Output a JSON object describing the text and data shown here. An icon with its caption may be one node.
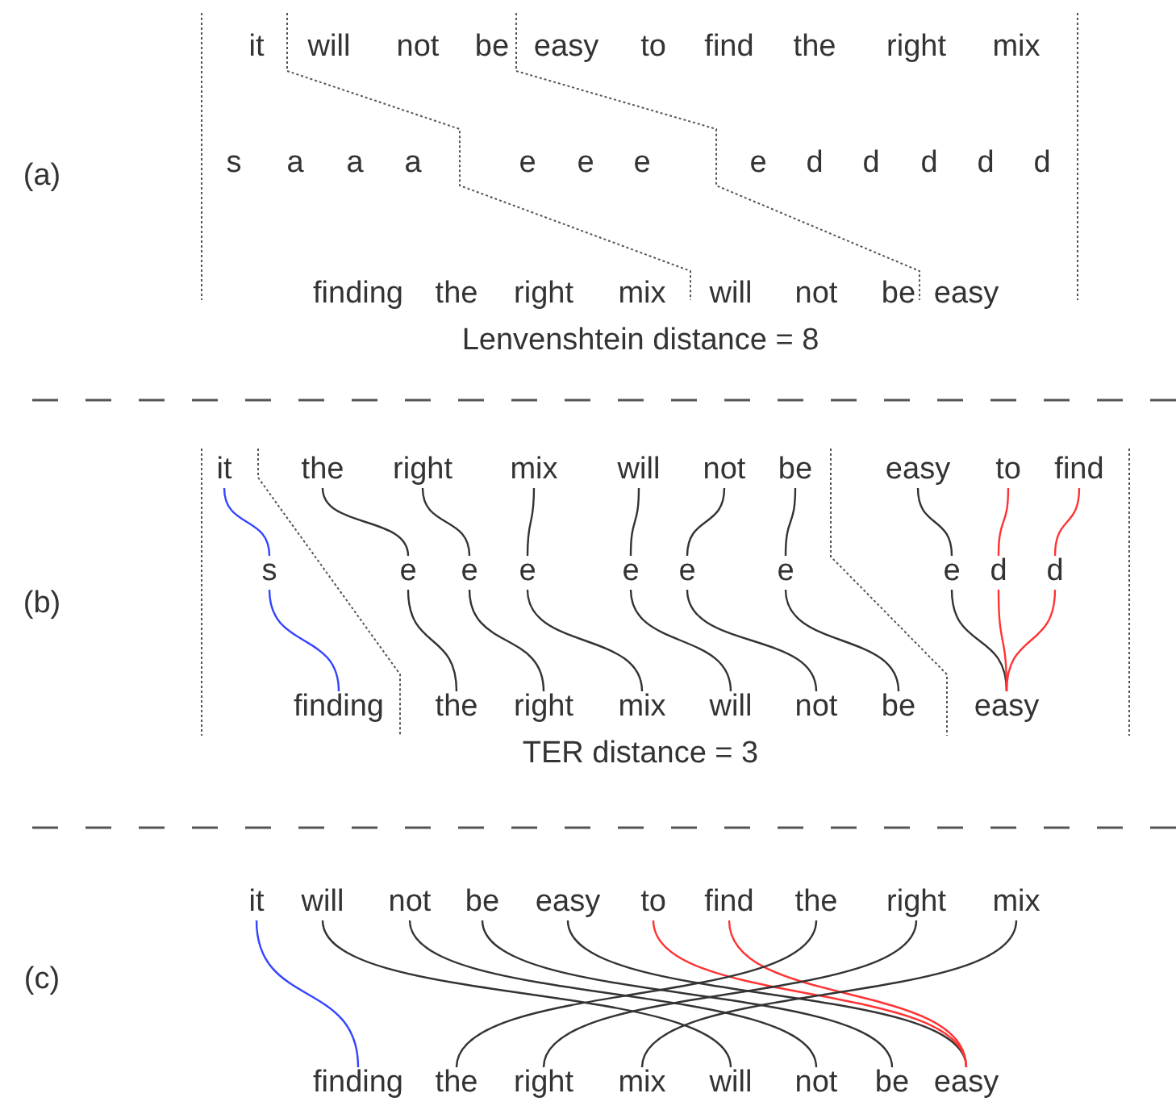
{
  "diagram": {
    "nodes": [
      {
        "text": [
          "it"
        ]
      },
      {
        "text": [
          "the"
        ]
      },
      {
        "text": [
          "right"
        ]
      },
      {
        "text": [
          "mix"
        ]
      },
      {
        "text": [
          "will"
        ]
      },
      {
        "text": [
          "not"
        ]
      },
      {
        "text": [
          "be"
        ]
      },
      {
        "text": [
          "easy"
        ]
      },
      {
        "text": [
          "to"
        ]
      },
      {
        "text": [
          "find"
        ]
      },
      {
        "text": [
          "s"
        ]
      },
      {
        "text": [
          "e"
        ]
      },
      {
        "text": [
          "e"
        ]
      },
      {
        "text": [
          "e"
        ]
      },
      {
        "text": [
          "e"
        ]
      },
      {
        "text": [
          "e"
        ]
      },
      {
        "text": [
          "e"
        ]
      },
      {
        "text": [
          "e"
        ]
      },
      {
        "text": [
          "d"
        ]
      },
      {
        "text": [
          "d"
        ]
      },
      {
        "text": [
          "finding"
        ]
      },
      {
        "text": [
          "the"
        ]
      },
      {
        "text": [
          "right"
        ]
      },
      {
        "text": [
          "mix"
        ]
      },
      {
        "text": [
          "will"
        ]
      },
      {
        "text": [
          "not"
        ]
      },
      {
        "text": [
          "be"
        ]
      },
      {
        "text": [
          "easy"
        ]
      },
      {
        "text": [
          "it"
        ]
      },
      {
        "text": [
          "will"
        ]
      },
      {
        "text": [
          "not"
        ]
      },
      {
        "text": [
          "be"
        ]
      },
      {
        "text": [
          "easy"
        ]
      },
      {
        "text": [
          "to"
        ]
      },
      {
        "text": [
          "find"
        ]
      },
      {
        "text": [
          "the"
        ]
      },
      {
        "text": [
          "right"
        ]
      },
      {
        "text": [
          "mix"
        ]
      },
      {
        "text": [
          "finding"
        ]
      },
      {
        "text": [
          "the"
        ]
      },
      {
        "text": [
          "right"
        ]
      },
      {
        "text": [
          "mix"
        ]
      },
      {
        "text": [
          "will"
        ]
      },
      {
        "text": [
          "not"
        ]
      },
      {
        "text": [
          "be"
        ]
      },
      {
        "text": [
          "easy"
        ]
      }
    ],
    "edges": [
      {
        "from": 0,
        "to": 10,
        "arrow": "none",
        "color": "#3344ff"
      },
      {
        "from": 1,
        "to": 11,
        "arrow": "none"
      },
      {
        "from": 2,
        "to": 12,
        "arrow": "none"
      },
      {
        "from": 3,
        "to": 13,
        "arrow": "none"
      },
      {
        "from": 4,
        "to": 14,
        "arrow": "none"
      },
      {
        "from": 5,
        "to": 15,
        "arrow": "none"
      },
      {
        "from": 6,
        "to": 16,
        "arrow": "none"
      },
      {
        "from": 7,
        "to": 17,
        "arrow": "none"
      },
      {
        "from": 8,
        "to": 18,
        "arrow": "none",
        "color": "#ff3333"
      },
      {
        "from": 9,
        "to": 19,
        "arrow": "none",
        "color": "#ff3333"
      },
      {
        "from": 10,
        "to": 20,
        "arrow": "none",
        "color": "#3344ff"
      },
      {
        "from": 11,
        "to": 21,
        "arrow": "none"
      },
      {
        "from": 12,
        "to": 22,
        "arrow": "none"
      },
      {
        "from": 13,
        "to": 23,
        "arrow": "none"
      },
      {
        "from": 14,
        "to": 24,
        "arrow": "none"
      },
      {
        "from": 15,
        "to": 25,
        "arrow": "none"
      },
      {
        "from": 16,
        "to": 26,
        "arrow": "none"
      },
      {
        "from": 17,
        "to": 27,
        "arrow": "none"
      },
      {
        "from": 18,
        "to": 27,
        "arrow": "none",
        "color": "#ff3333"
      },
      {
        "from": 19,
        "to": 27,
        "arrow": "none",
        "color": "#ff3333"
      },
      {
        "from": 28,
        "to": 38,
        "arrow": "none",
        "color": "#3344ff"
      },
      {
        "from": 29,
        "to": 42,
        "arrow": "none"
      },
      {
        "from": 30,
        "to": 43,
        "arrow": "none"
      },
      {
        "from": 31,
        "to": 44,
        "arrow": "none"
      },
      {
        "from": 32,
        "to": 45,
        "arrow": "none"
      },
      {
        "from": 33,
        "to": 45,
        "arrow": "none",
        "color": "#ff3333"
      },
      {
        "from": 34,
        "to": 45,
        "arrow": "none",
        "color": "#ff3333"
      },
      {
        "from": 35,
        "to": 39,
        "arrow": "none"
      },
      {
        "from": 36,
        "to": 40,
        "arrow": "none"
      },
      {
        "from": 37,
        "to": 41,
        "arrow": "none"
      }
    ],
    "labels": [
      "it",
      "will",
      "not",
      "be",
      "easy",
      "to",
      "find",
      "the",
      "right",
      "mix",
      "(a)",
      "s",
      "a",
      "a",
      "a",
      "e",
      "e",
      "e",
      "e",
      "d",
      "d",
      "d",
      "d",
      "d",
      "finding",
      "the",
      "right",
      "mix",
      "will",
      "not",
      "be",
      "easy",
      "Lenvenshtein distance = 8",
      "(b)",
      "TER distance = 3",
      "(c)"
    ]
  }
}
